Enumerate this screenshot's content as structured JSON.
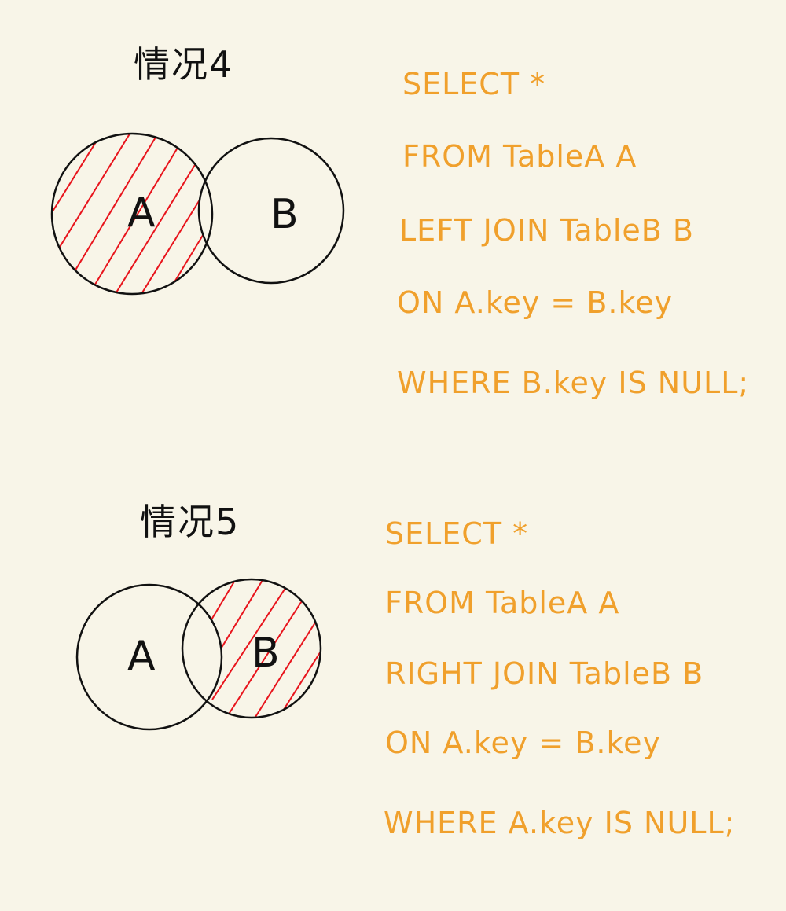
{
  "diagram": {
    "case4": {
      "title": "情况4",
      "left_label": "A",
      "right_label": "B",
      "shaded_region": "A only",
      "sql": [
        "SELECT  *",
        "FROM  TableA  A",
        "LEFT  JOIN  TableB  B",
        "ON  A.key  =  B.key",
        "WHERE  B.key  IS  NULL;"
      ]
    },
    "case5": {
      "title": "情况5",
      "left_label": "A",
      "right_label": "B",
      "shaded_region": "B only",
      "sql": [
        "SELECT  *",
        "FROM  TableA  A",
        "RIGHT  JOIN  TableB  B",
        "ON  A.key  =  B.key",
        "WHERE  A.key  IS  NULL;"
      ]
    },
    "colors": {
      "background": "#f8f5e8",
      "outline": "#111111",
      "hatch": "#e8141c",
      "sql_text": "#f0a02c"
    }
  }
}
